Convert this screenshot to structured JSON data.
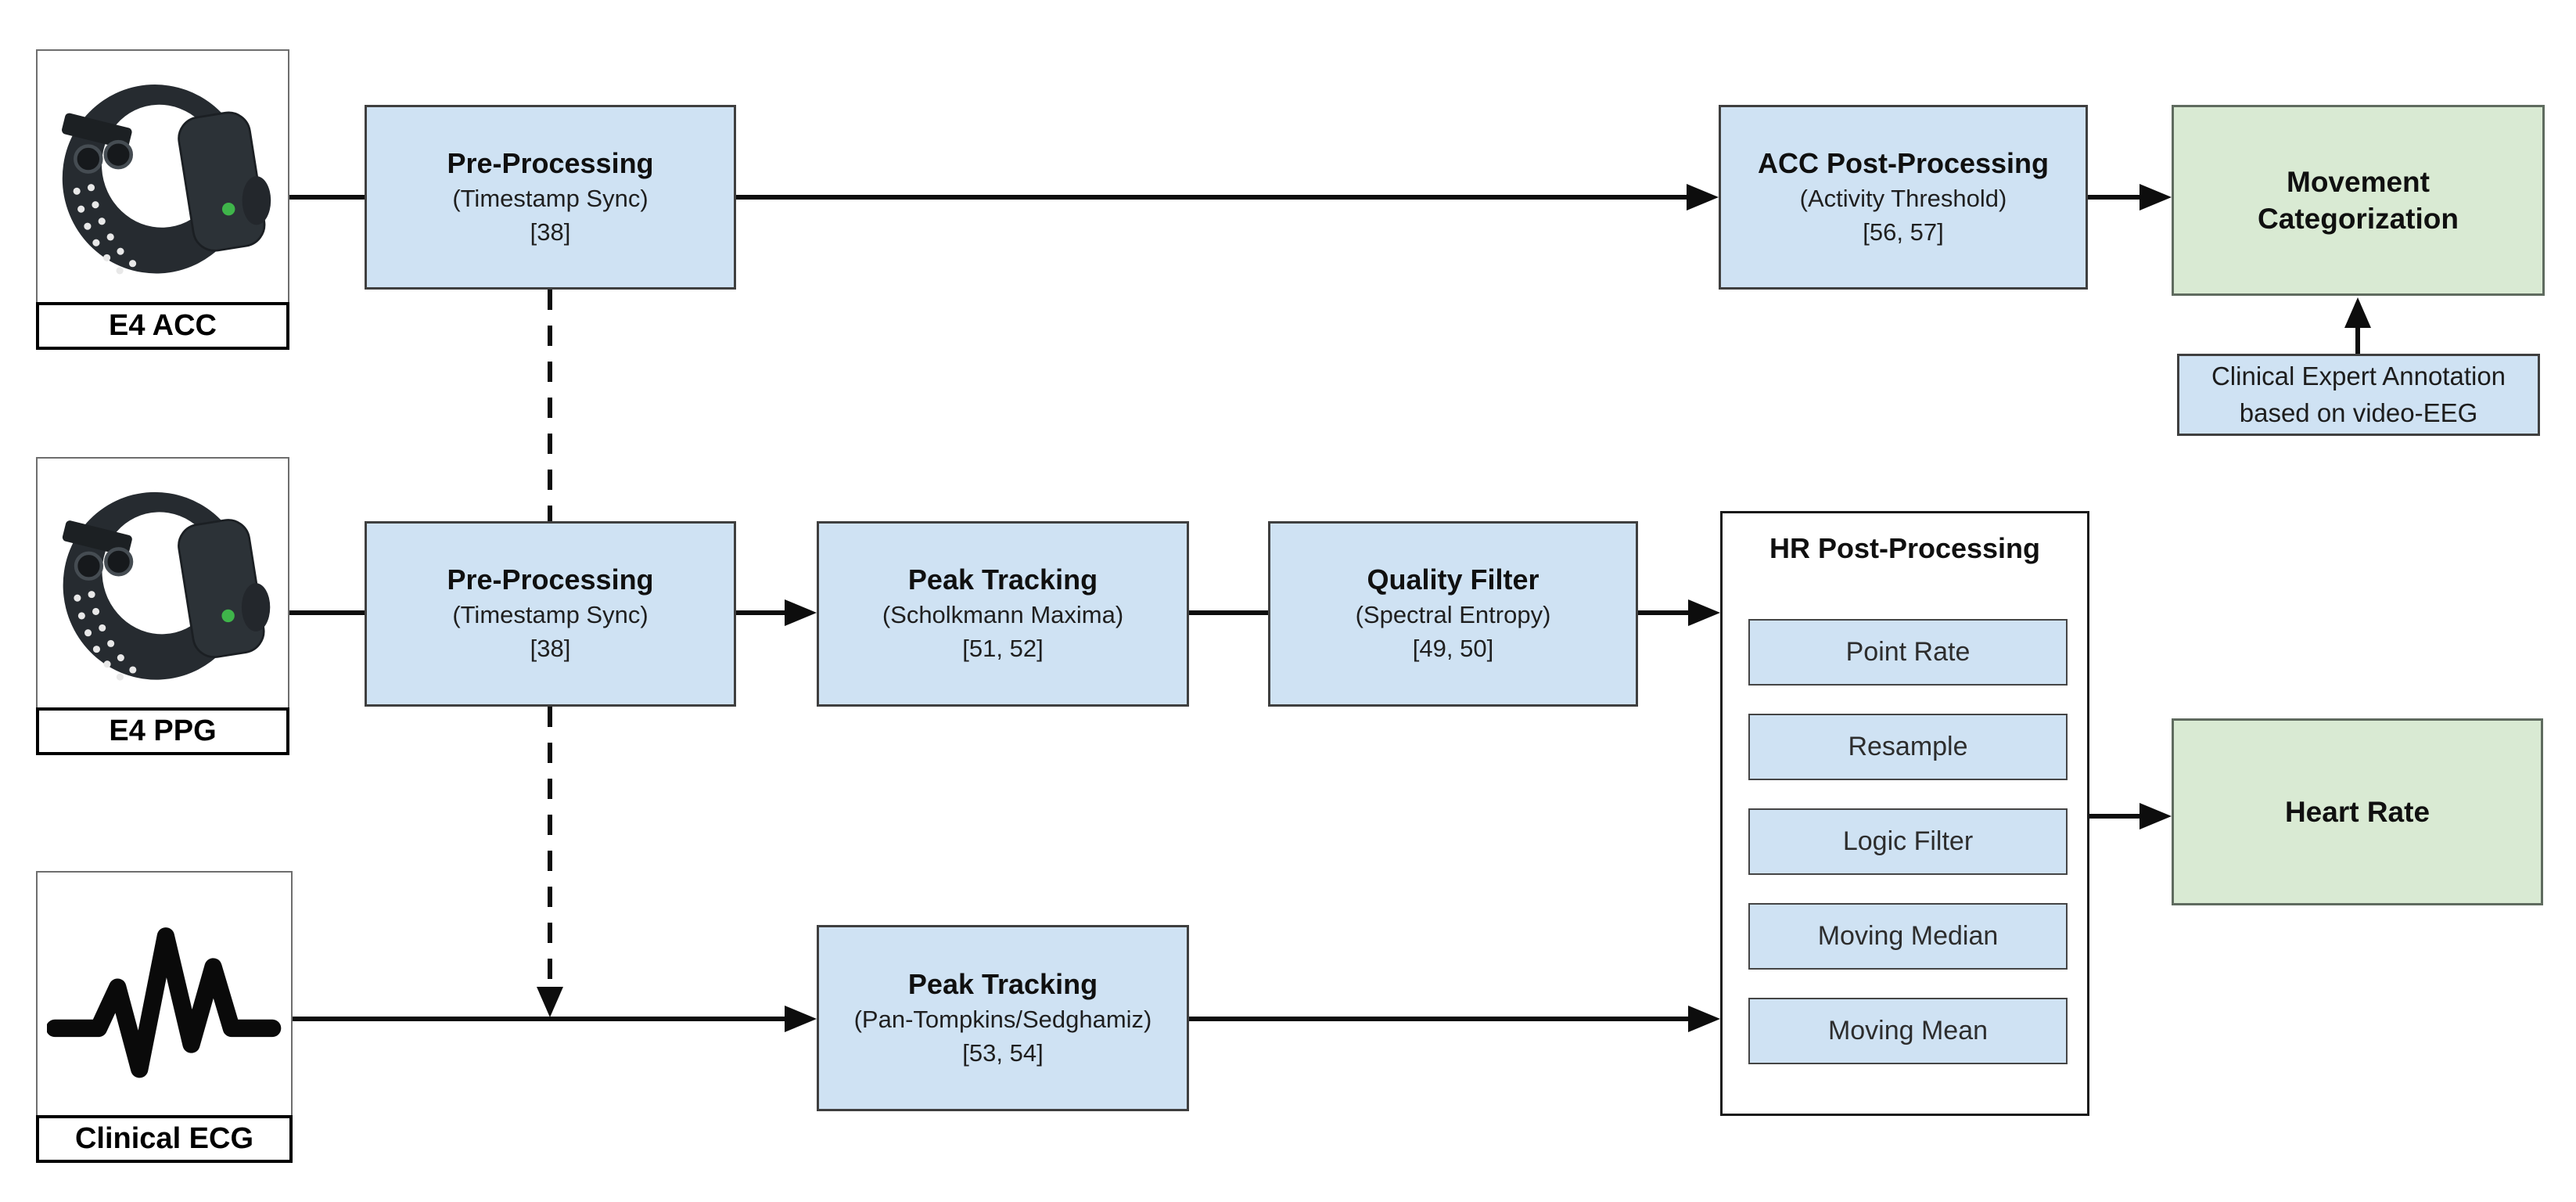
{
  "colors": {
    "box_blue": "#cfe2f3",
    "box_green": "#d9ead3",
    "border_dark": "#3f3f3f",
    "border_green": "#5f6b5f",
    "line": "#0d0d0d",
    "led_green": "#3fb54a"
  },
  "devices": {
    "acc": {
      "label": "E4 ACC"
    },
    "ppg": {
      "label": "E4 PPG"
    },
    "ecg": {
      "label": "Clinical ECG"
    }
  },
  "nodes": {
    "pre_acc": {
      "title": "Pre-Processing",
      "subtitle": "(Timestamp Sync)",
      "refs": "[38]"
    },
    "acc_post": {
      "title": "ACC Post-Processing",
      "subtitle": "(Activity Threshold)",
      "refs": "[56, 57]"
    },
    "pre_ppg": {
      "title": "Pre-Processing",
      "subtitle": "(Timestamp Sync)",
      "refs": "[38]"
    },
    "peak_ppg": {
      "title": "Peak Tracking",
      "subtitle": "(Scholkmann Maxima)",
      "refs": "[51, 52]"
    },
    "quality_filter": {
      "title": "Quality Filter",
      "subtitle": "(Spectral Entropy)",
      "refs": "[49, 50]"
    },
    "peak_ecg": {
      "title": "Peak Tracking",
      "subtitle": "(Pan-Tompkins/Sedghamiz)",
      "refs": "[53, 54]"
    },
    "hr_post": {
      "title": "HR Post-Processing",
      "steps": [
        "Point Rate",
        "Resample",
        "Logic Filter",
        "Moving Median",
        "Moving Mean"
      ]
    }
  },
  "outputs": {
    "movement": {
      "label": "Movement Categorization"
    },
    "heart_rate": {
      "label": "Heart Rate"
    }
  },
  "annotation": {
    "label": "Clinical Expert Annotation based on video-EEG"
  }
}
